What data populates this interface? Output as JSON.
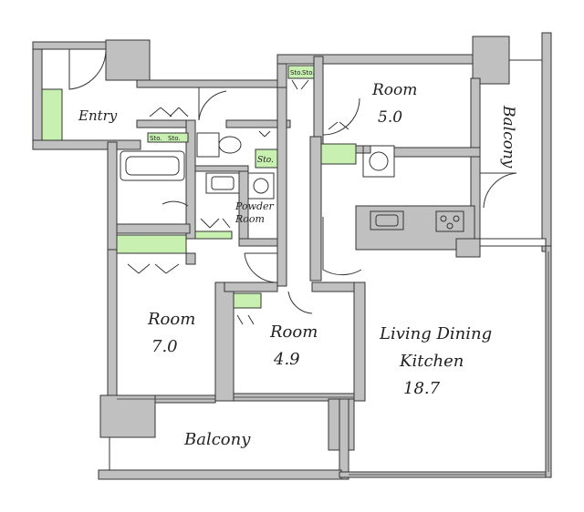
{
  "colors": {
    "wall": "#c0c0c0",
    "wall_stroke": "#333333",
    "storage_fill": "#c8f0b0",
    "floor": "#ffffff"
  },
  "rooms": {
    "entry": "Entry",
    "room_top_title": "Room",
    "room_top_size": "5.0",
    "balcony_right": "Balcony",
    "powder_line1": "Powder",
    "powder_line2": "Room",
    "room_left_title": "Room",
    "room_left_size": "7.0",
    "room_mid_title": "Room",
    "room_mid_size": "4.9",
    "ldk_line1": "Living Dining",
    "ldk_line2": "Kitchen",
    "ldk_size": "18.7",
    "balcony_bottom": "Balcony"
  },
  "storage_labels": {
    "sto_top_1": "Sto.",
    "sto_top_2": "Sto.",
    "sto_entry_1": "Sto.",
    "sto_entry_2": "Sto.",
    "sto_bath": "Sto."
  },
  "icons": [
    "door-swing-icon",
    "sink-icon",
    "toilet-icon",
    "bathtub-icon",
    "stove-icon",
    "washer-icon"
  ]
}
